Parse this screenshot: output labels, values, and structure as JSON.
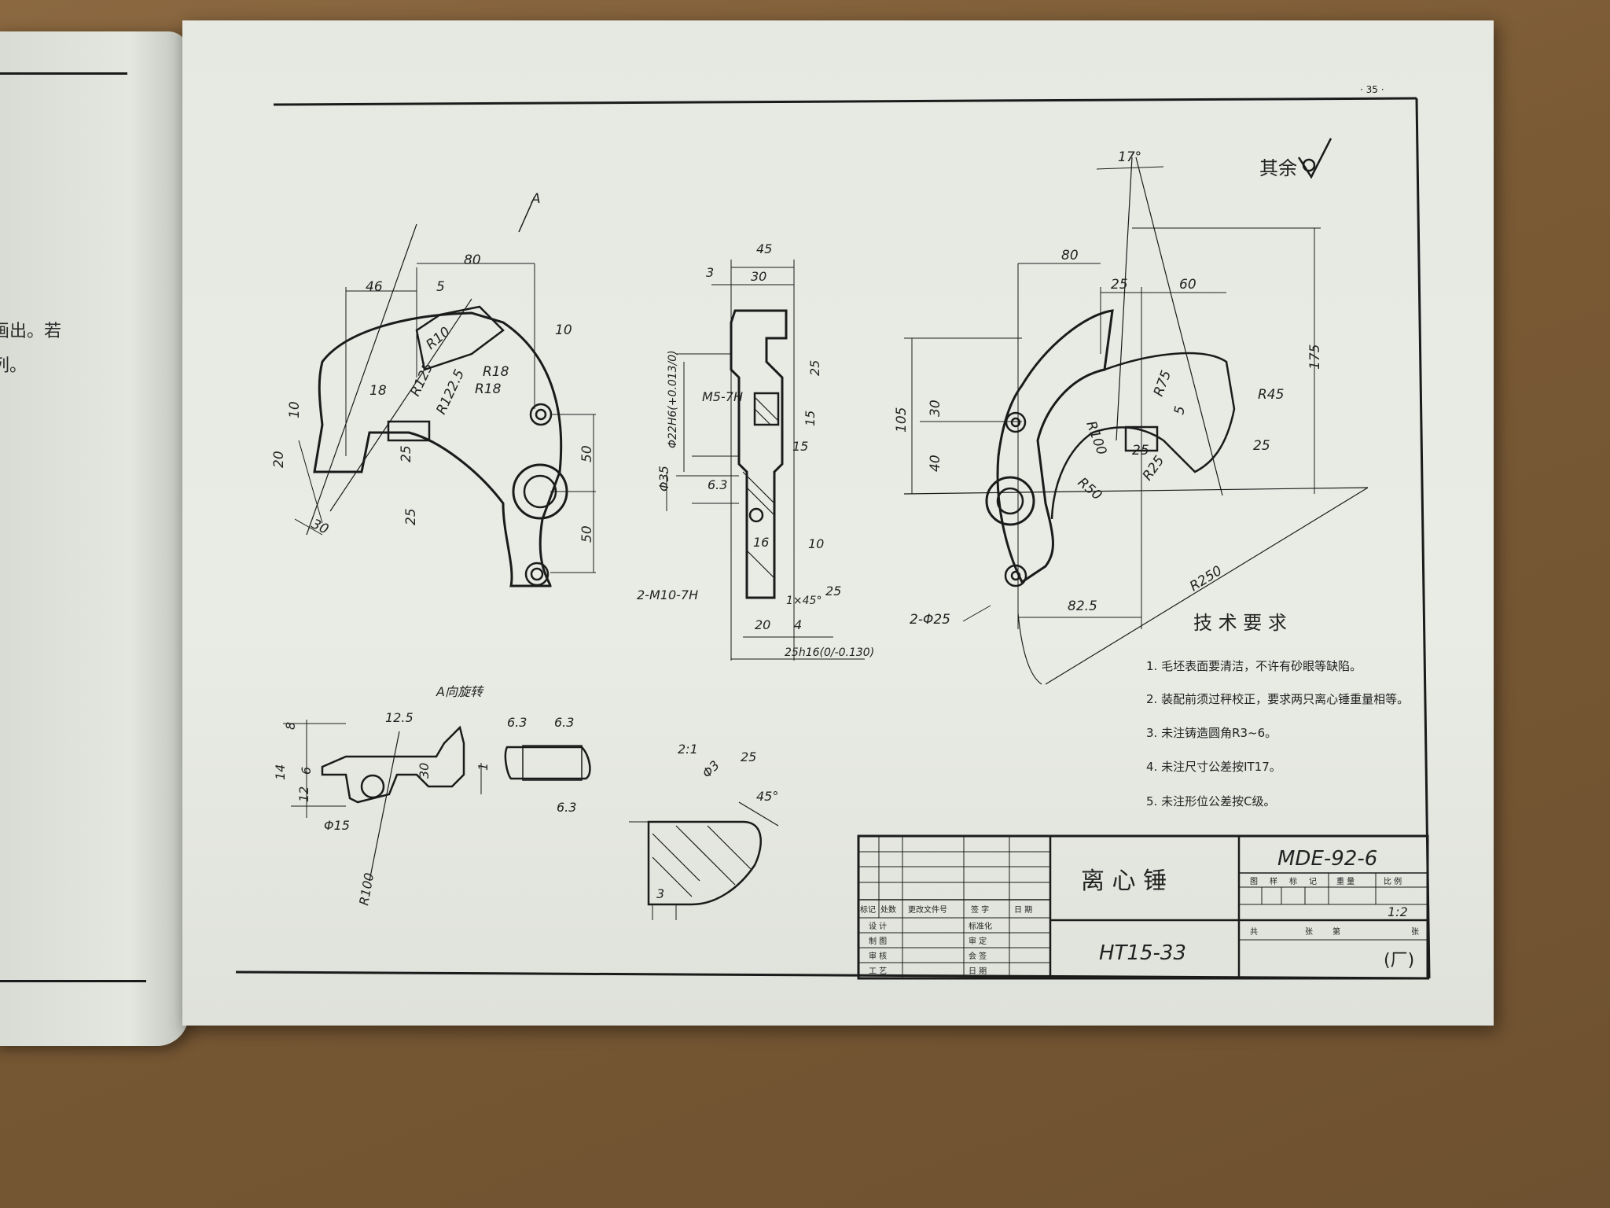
{
  "page_number": "· 35 ·",
  "left_page": {
    "line1": "画出。若",
    "line2": "列。"
  },
  "roughness_other": "其余",
  "view_a_label": "A",
  "view_a_rotated": "A向旋转",
  "scale_detail": "2:1",
  "dims_front": [
    "80",
    "46",
    "5",
    "10",
    "R10",
    "R125",
    "R122.5",
    "R18",
    "R18",
    "18",
    "25",
    "10",
    "20",
    "30",
    "50",
    "50",
    "25"
  ],
  "dims_side": [
    "45",
    "3",
    "30",
    "Φ22H6(+0.013/0)",
    "M5-7H",
    "25",
    "15",
    "15",
    "Φ35",
    "6.3",
    "16",
    "10",
    "2-M10-7H",
    "1×45°",
    "25",
    "20",
    "4",
    "25h16(0/-0.130)"
  ],
  "dims_view_a": [
    "8",
    "12.5",
    "6.3",
    "6.3",
    "14",
    "6",
    "30",
    "1",
    "12",
    "Φ15",
    "6.3",
    "R100"
  ],
  "dims_detail": [
    "Φ3",
    "25",
    "45°",
    "3"
  ],
  "dims_right": [
    "17°",
    "80",
    "25",
    "60",
    "175",
    "R75",
    "R45",
    "R100",
    "105",
    "30",
    "40",
    "5",
    "25",
    "25",
    "R50",
    "R25",
    "R250",
    "82.5",
    "2-Φ25"
  ],
  "tech_req": {
    "title": "技 术 要 求",
    "items": [
      "1. 毛坯表面要清洁，不许有砂眼等缺陷。",
      "2. 装配前须过秤校正，要求两只离心锤重量相等。",
      "3. 未注铸造圆角R3~6。",
      "4. 未注尺寸公差按IT17。",
      "5. 未注形位公差按C级。"
    ]
  },
  "title_block": {
    "part_name": "离 心 锤",
    "drawing_no": "MDE-92-6",
    "material": "HT15-33",
    "factory": "(厂)",
    "scale": "1:2",
    "headers_row": [
      "标记",
      "处数",
      "更改文件号",
      "签 字",
      "日 期"
    ],
    "left_labels": [
      "设 计",
      "制 图",
      "审 核",
      "工 艺"
    ],
    "mid_labels": [
      "标准化",
      "审 定",
      "会 签",
      "日 期"
    ],
    "right_headers": [
      "图",
      "样",
      "标",
      "记",
      "重 量",
      "比 例"
    ],
    "sheet_row": [
      "共",
      "张",
      "第",
      "张"
    ]
  }
}
